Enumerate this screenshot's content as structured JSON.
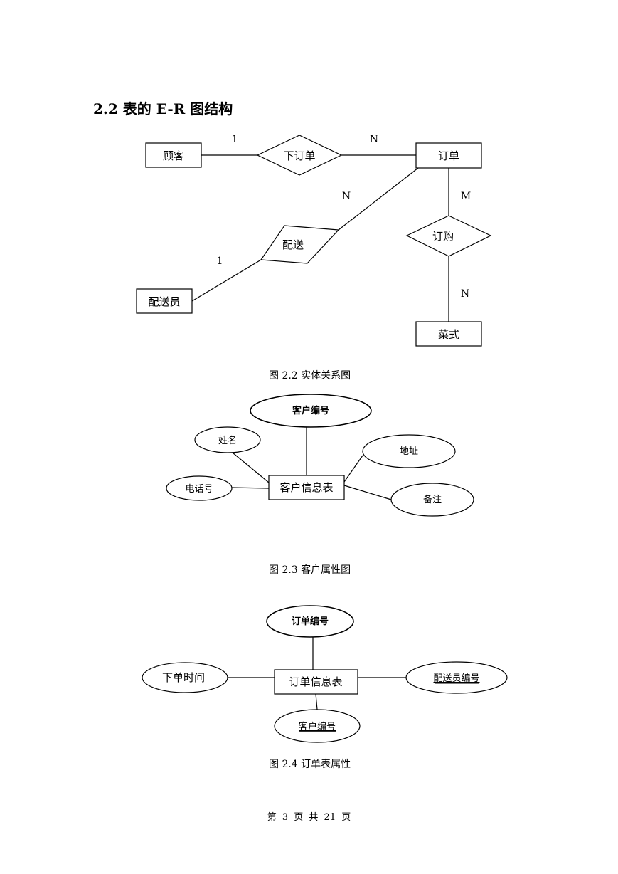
{
  "section_heading": "2.2 表的 E-R 图结构",
  "fig22": {
    "entities": {
      "customer": "顾客",
      "order": "订单",
      "courier": "配送员",
      "dish": "菜式"
    },
    "relations": {
      "place_order": "下订单",
      "deliver": "配送",
      "purchase": "订购"
    },
    "cardinalities": {
      "customer_side": "1",
      "order_side": "N",
      "deliver_order_side": "N",
      "deliver_courier_side": "1",
      "purchase_order_side": "M",
      "purchase_dish_side": "N"
    },
    "caption": "图 2.2 实体关系图"
  },
  "fig23": {
    "entity": "客户信息表",
    "attributes": {
      "id": "客户编号",
      "name": "姓名",
      "address": "地址",
      "phone": "电话号",
      "note": "备注"
    },
    "caption": "图 2.3 客户属性图"
  },
  "fig24": {
    "entity": "订单信息表",
    "attributes": {
      "id": "订单编号",
      "time": "下单时间",
      "courier_id": "配送员编号",
      "customer_id": "客户编号"
    },
    "caption": "图 2.4 订单表属性"
  },
  "footer": "第 3 页 共 21 页"
}
